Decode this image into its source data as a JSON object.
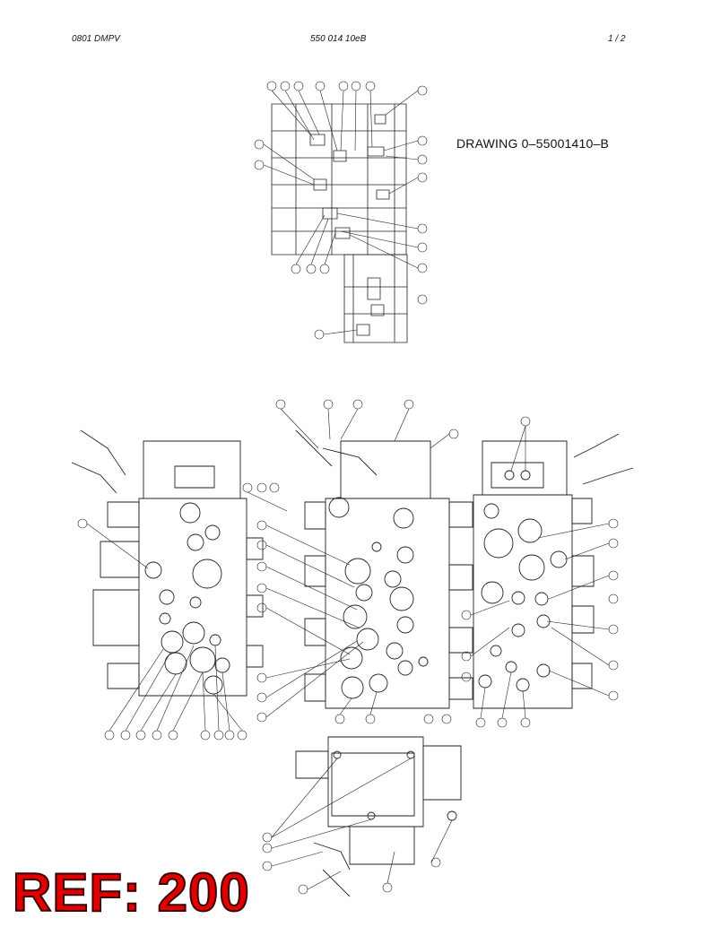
{
  "header": {
    "left": "0801  DMPV",
    "center": "550 014 10eB",
    "right": "1 /  2"
  },
  "drawing_title": "DRAWING 0–55001410–B",
  "ref_label": "REF: 200"
}
